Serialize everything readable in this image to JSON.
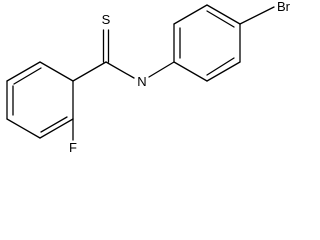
{
  "molecule": {
    "atoms": {
      "sulfur": "S",
      "nitrogen": "N",
      "fluorine": "F",
      "bromine": "Br"
    },
    "colors": {
      "bond": "#000000",
      "label": "#000000",
      "background": "#ffffff"
    }
  }
}
